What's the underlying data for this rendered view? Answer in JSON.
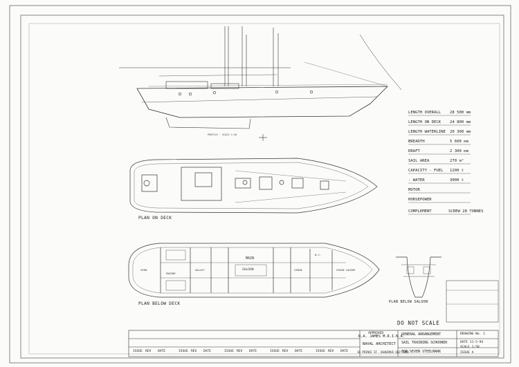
{
  "plan_titles": {
    "plan_on_deck": "PLAN ON DECK",
    "plan_below_deck": "PLAN BELOW DECK",
    "plan_below_saloon": "PLAN BELOW SALOON",
    "do_not_scale": "DO NOT SCALE"
  },
  "specs": [
    {
      "label": "LENGTH OVERALL",
      "value": "28 500 mm"
    },
    {
      "label": "LENGTH ON DECK",
      "value": "24 800 mm"
    },
    {
      "label": "LENGTH WATERLINE",
      "value": "20 300 mm"
    },
    {
      "label": "BREADTH",
      "value": "5 600 mm"
    },
    {
      "label": "DRAFT",
      "value": "2 300 mm"
    },
    {
      "label": "SAIL AREA",
      "value": "270 m²"
    },
    {
      "label": "CAPACITY - FUEL",
      "value": "1200 ℓ"
    },
    {
      "label": "- WATER",
      "value": "3000 ℓ"
    },
    {
      "label": "MOTOR",
      "value": ""
    },
    {
      "label": "HORSEPOWER",
      "value": ""
    },
    {
      "label": "COMPLEMENT",
      "value": "SCREW 28 TONNES"
    }
  ],
  "title_block": {
    "architect": "R.A. JAMES  M.R.I.N.A.",
    "role": "NAVAL ARCHITECT",
    "address": "16 PRINCE ST. ASHGROVE QLD 4060",
    "drawing_title_1": "GENERAL ARRANGEMENT",
    "drawing_title_2": "SAIL TRAINING SCHOONER",
    "drawing_title_3": "FOR SEVEN STEELMARK",
    "drawing_no": "DRAWING No. 1",
    "date": "DATE 11-5-94",
    "scale": "SCALE 1:50",
    "approved": "APPROVED",
    "issue": "ISSUE A",
    "rev_labels": [
      "ISSUE",
      "REV",
      "DATE"
    ]
  },
  "rooms": {
    "main_saloon": "MAIN",
    "saloon": "SALOON",
    "galley": "GALLEY",
    "crew": "CREW",
    "wc": "W.C.",
    "chain_locker": "CHAIN LOCKER",
    "engine": "ENGINE",
    "cabin": "CABIN"
  }
}
